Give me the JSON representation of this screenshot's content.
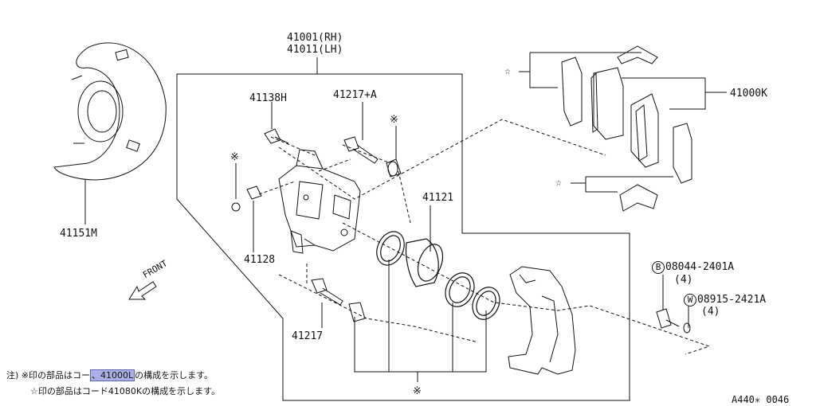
{
  "diagram_id": "A440✳ 0046",
  "labels": {
    "caliper_assy_rh": "41001(RH)",
    "caliper_assy_lh": "41011(LH)",
    "pad_kit": "41000K",
    "bolt_pin": "41138H",
    "pin_kit_upper": "41217+A",
    "pin_kit_lower": "41217",
    "bleeder": "41128",
    "piston": "41121",
    "baffle_plate": "41151M",
    "bolt_part_no": "08044-2401A",
    "bolt_qty": "(4)",
    "washer_part_no": "08915-2421A",
    "washer_qty": "(4)",
    "bolt_symbol": "B",
    "washer_symbol": "W",
    "front": "FRONT",
    "asterisk_mark": "※",
    "star_mark": "☆"
  },
  "notes": {
    "line1_prefix": "注) ※印の部品はコー",
    "line1_link": "、41000L",
    "line1_suffix": "の構成を示します。",
    "line2": "☆印の部品はコード41080Kの構成を示します。"
  }
}
